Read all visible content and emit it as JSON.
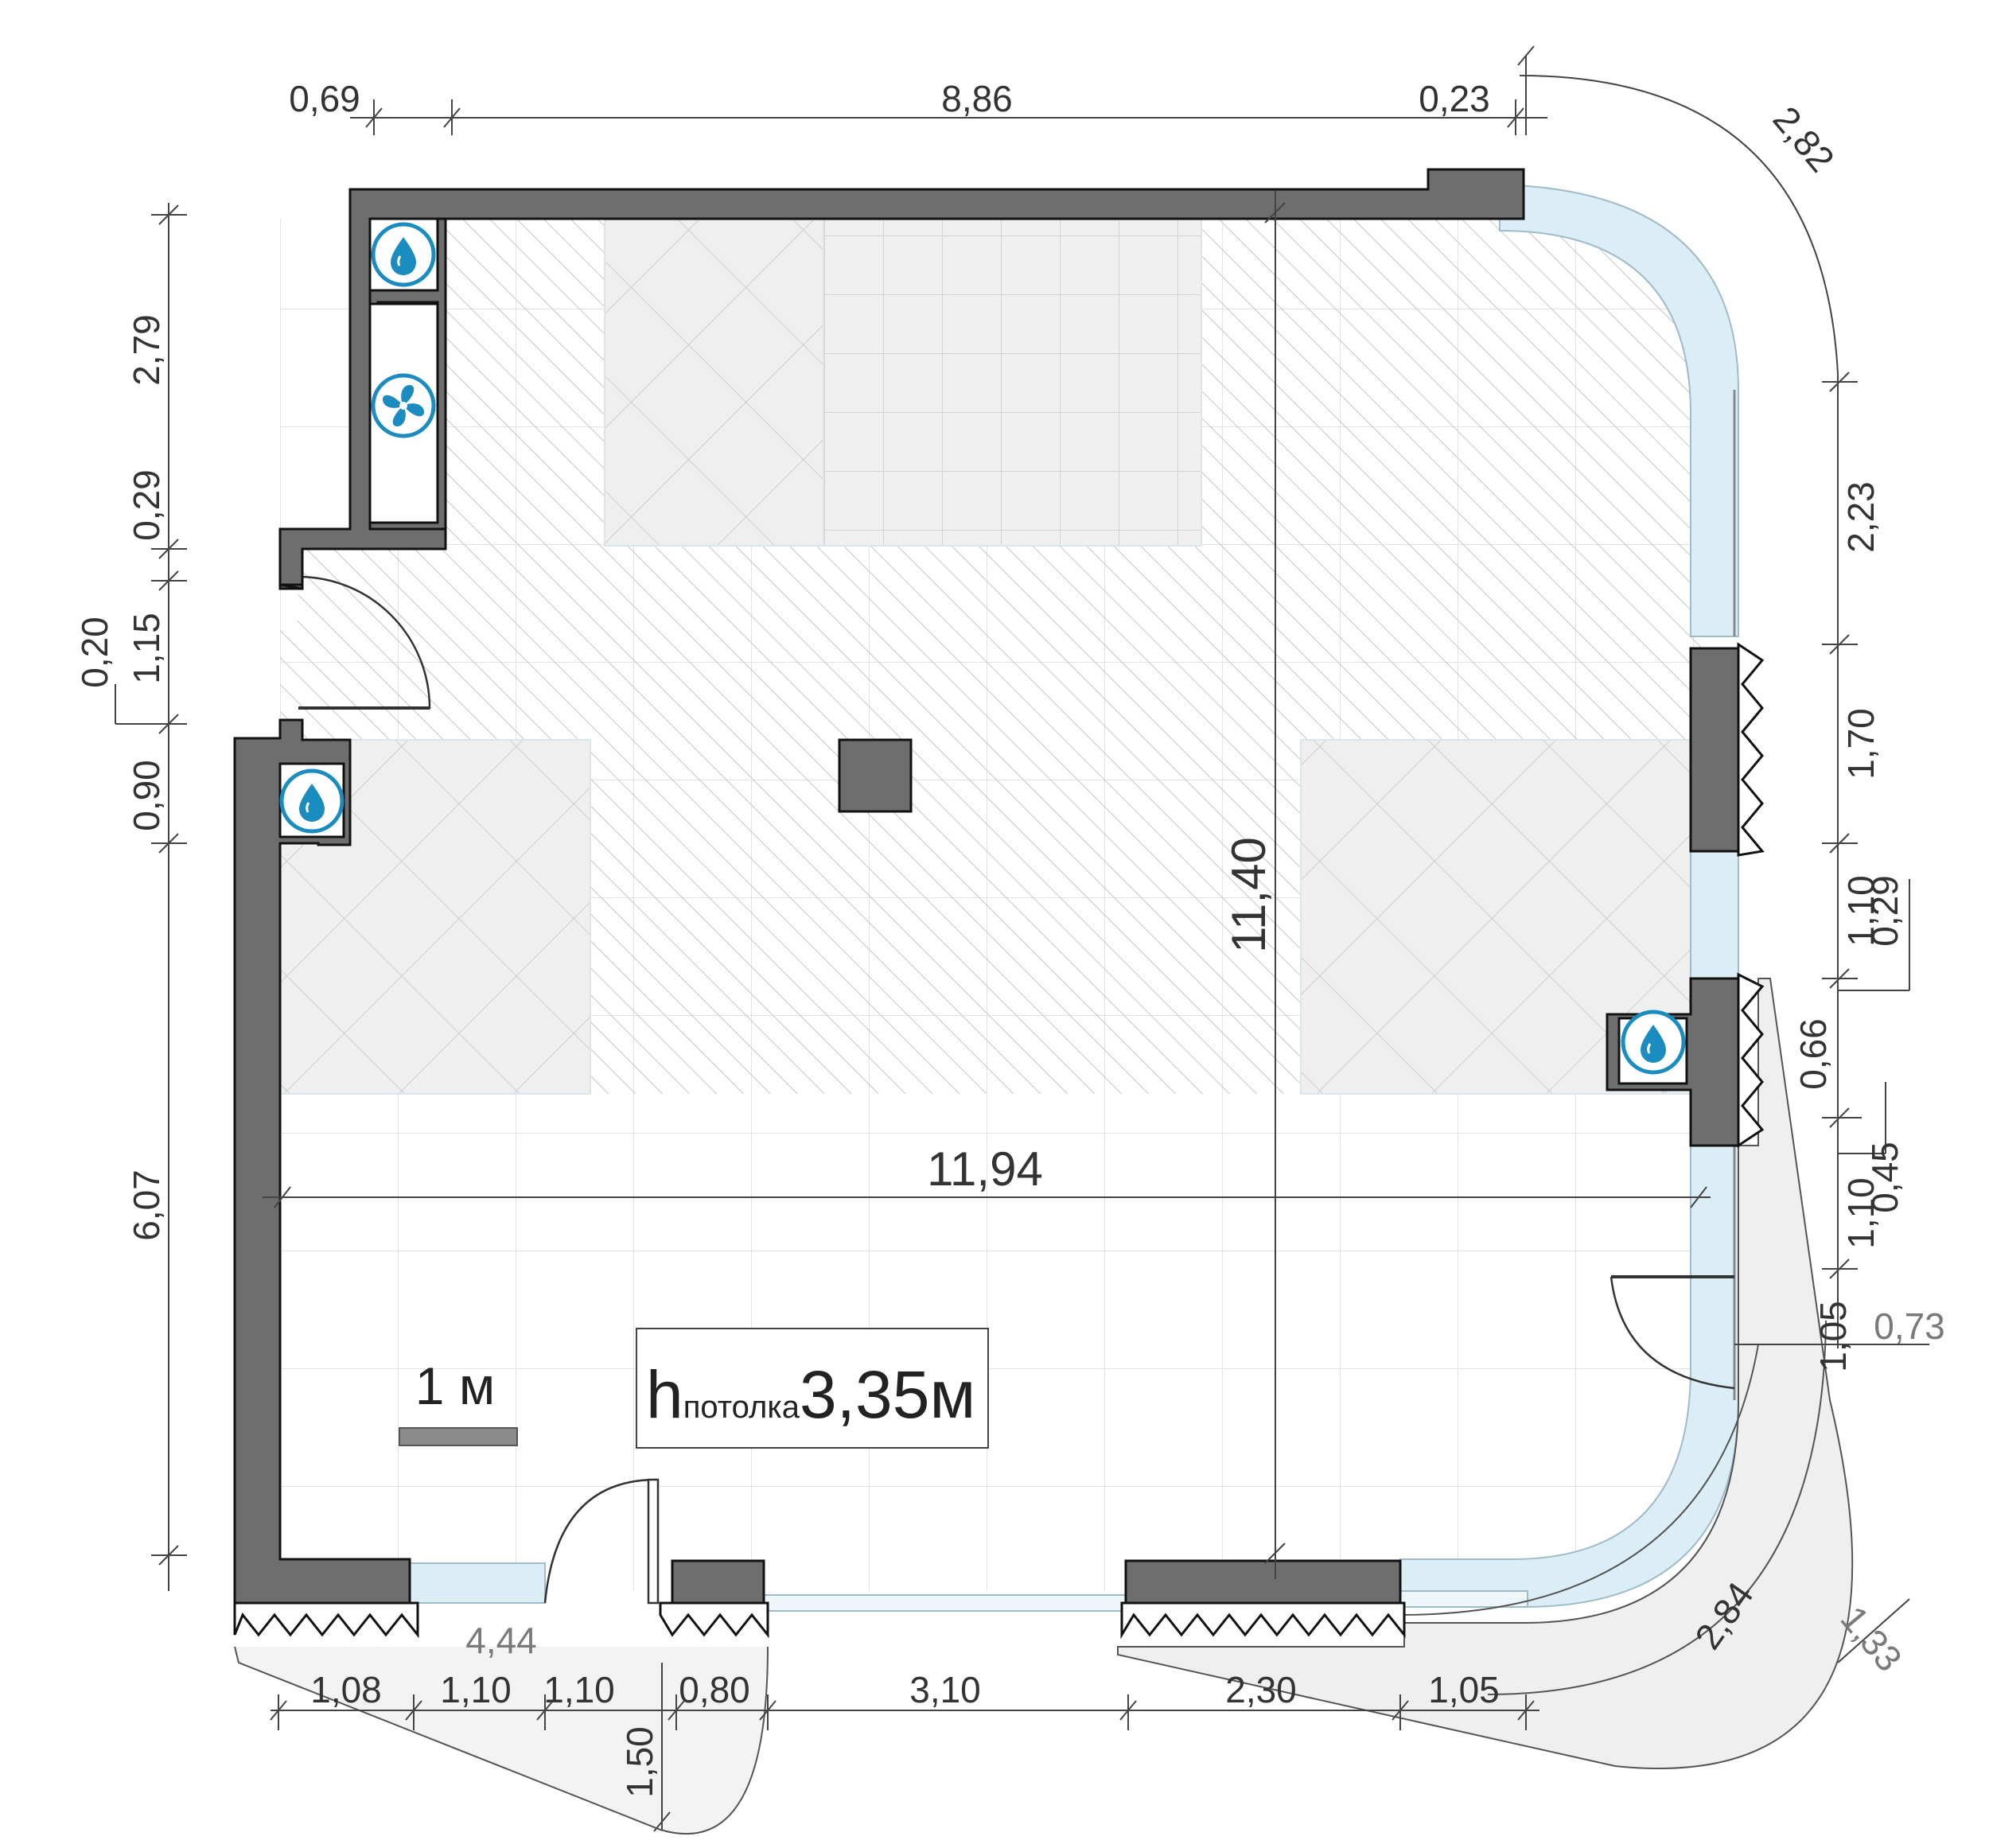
{
  "colors": {
    "wall": "#6e6e6e",
    "wall_stroke": "#111111",
    "glass": "#dceef5",
    "tile_zone": "#efefef",
    "hatch": "#c8c8c8",
    "grid": "#e0e0e0",
    "dim_line": "#444444",
    "icon": "#1a8cbf"
  },
  "dimensions": {
    "top_0_69": "0,69",
    "top_8_86": "8,86",
    "top_0_23": "0,23",
    "arc_2_82": "2,82",
    "left_2_79": "2,79",
    "left_0_29": "0,29",
    "left_1_15": "1,15",
    "left_0_20": "0,20",
    "left_0_90": "0,90",
    "left_6_07": "6,07",
    "right_2_23": "2,23",
    "right_1_70": "1,70",
    "right_1_10_a": "1,10",
    "right_0_29": "0,29",
    "right_0_66": "0,66",
    "right_0_45": "0,45",
    "right_1_10_b": "1,10",
    "right_1_05": "1,05",
    "right_0_73": "0,73",
    "center_11_40": "11,40",
    "center_11_94": "11,94",
    "bottom_4_44": "4,44",
    "bottom_1_08": "1,08",
    "bottom_1_10_a": "1,10",
    "bottom_1_10_b": "1,10",
    "bottom_0_80": "0,80",
    "bottom_3_10": "3,10",
    "bottom_2_30": "2,30",
    "bottom_1_05": "1,05",
    "bottom_1_50": "1,50",
    "diag_2_84": "2,84",
    "diag_1_33": "1,33"
  },
  "scale_label": "1 м",
  "ceiling": {
    "prefix": "h",
    "subscript": "потолка",
    "value": "3,35м"
  },
  "icons": [
    "water-drop-icon",
    "fan-icon",
    "water-drop-icon",
    "water-drop-icon"
  ]
}
